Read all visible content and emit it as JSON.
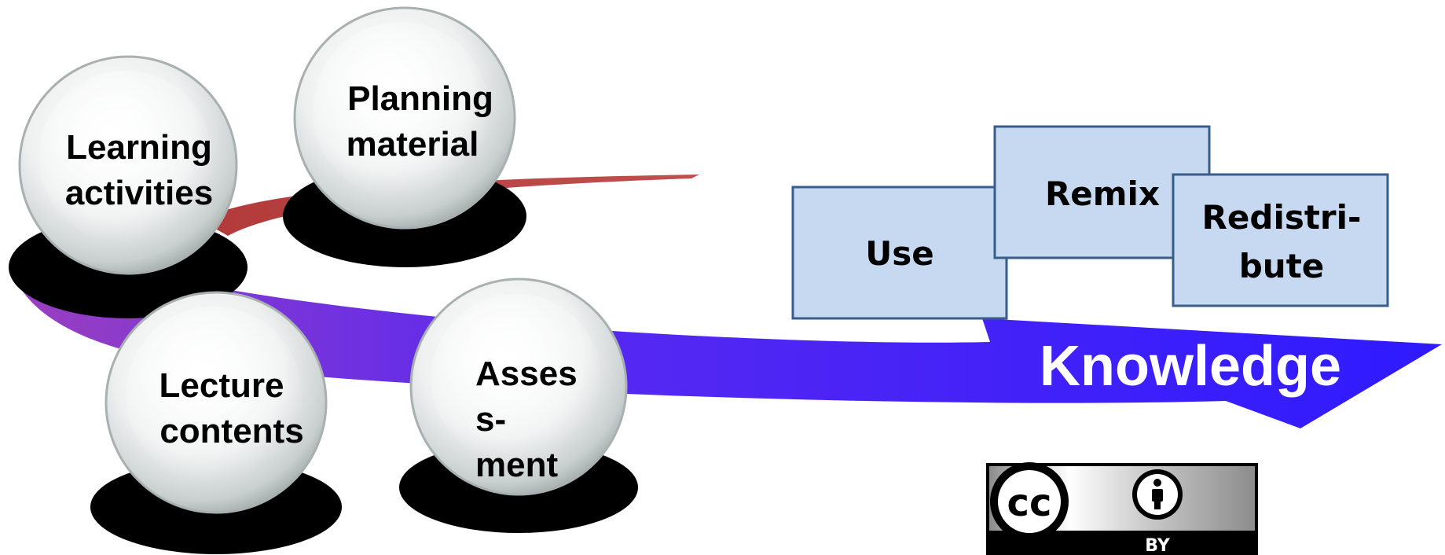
{
  "spheres": {
    "learning": {
      "line1": "Learning",
      "line2": "activities"
    },
    "planning": {
      "line1": "Planning",
      "line2": "material"
    },
    "lecture": {
      "line1": "Lecture",
      "line2": "contents"
    },
    "assessment": {
      "line1": "Asses",
      "line2": "s-",
      "line3": "ment"
    }
  },
  "boxes": {
    "use": "Use",
    "remix": "Remix",
    "redistribute": {
      "line1": "Redistri-",
      "line2": "bute"
    }
  },
  "arrow": {
    "label": "Knowledge"
  },
  "license": {
    "cc": "cc",
    "by": "BY"
  },
  "colors": {
    "box_fill": "#c6d9f0",
    "box_border": "#385d8a",
    "arrow_start": "#c0504d",
    "arrow_mid": "#7030a0",
    "arrow_end": "#2e1aff",
    "shadow": "#000000"
  }
}
